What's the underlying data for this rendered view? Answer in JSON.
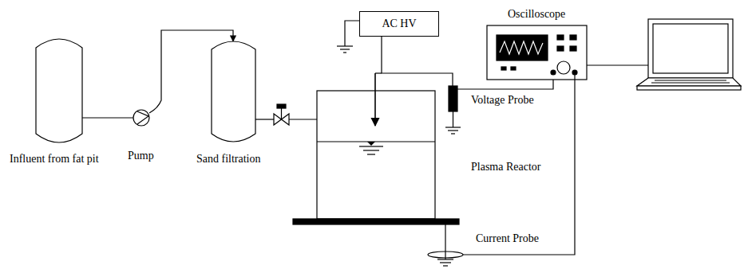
{
  "diagram": {
    "nodes": [
      {
        "text": [
          "AC HV"
        ]
      }
    ],
    "labels": [
      "Influent from fat pit",
      "Pump",
      "Sand filtration",
      "Oscilloscope",
      "Voltage Probe",
      "Plasma Reactor",
      "Current Probe"
    ]
  }
}
